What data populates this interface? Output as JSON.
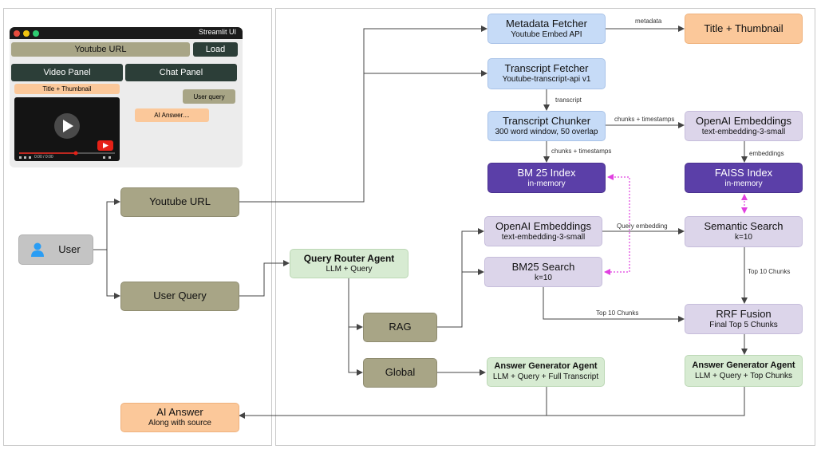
{
  "ui_mock": {
    "window_title": "Streamlit UI",
    "url_field": "Youtube URL",
    "load_button": "Load",
    "video_panel": "Video Panel",
    "chat_panel": "Chat Panel",
    "title_thumbnail": "Title + Thumbnail",
    "user_query": "User query",
    "ai_answer": "AI Answer....",
    "video_time": "0:00 / 0:00"
  },
  "nodes": {
    "user": {
      "label": "User"
    },
    "youtube_url": {
      "label": "Youtube URL"
    },
    "user_query": {
      "label": "User Query"
    },
    "ai_answer": {
      "title": "AI Answer",
      "sub": "Along with source"
    },
    "query_router": {
      "title": "Query Router Agent",
      "sub": "LLM + Query"
    },
    "rag": {
      "label": "RAG"
    },
    "global": {
      "label": "Global"
    },
    "metadata_fetcher": {
      "title": "Metadata Fetcher",
      "sub": "Youtube Embed API"
    },
    "title_thumbnail": {
      "label": "Title + Thumbnail"
    },
    "transcript_fetcher": {
      "title": "Transcript Fetcher",
      "sub": "Youtube-transcript-api v1"
    },
    "transcript_chunker": {
      "title": "Transcript Chunker",
      "sub": "300 word window, 50 overlap"
    },
    "openai_embed_top": {
      "title": "OpenAI Embeddings",
      "sub": "text-embedding-3-small"
    },
    "bm25_index": {
      "title": "BM 25 Index",
      "sub": "in-memory"
    },
    "faiss_index": {
      "title": "FAISS Index",
      "sub": "in-memory"
    },
    "openai_embed_query": {
      "title": "OpenAI Embeddings",
      "sub": "text-embedding-3-small"
    },
    "semantic_search": {
      "title": "Semantic Search",
      "sub": "k=10"
    },
    "bm25_search": {
      "title": "BM25 Search",
      "sub": "k=10"
    },
    "rrf_fusion": {
      "title": "RRF Fusion",
      "sub": "Final Top 5 Chunks"
    },
    "answer_gen_global": {
      "title": "Answer Generator Agent",
      "sub": "LLM + Query + Full Transcript"
    },
    "answer_gen_rag": {
      "title": "Answer Generator Agent",
      "sub": "LLM + Query + Top Chunks"
    }
  },
  "edge_labels": {
    "metadata": "metadata",
    "transcript": "transcript",
    "chunks_timestamps_right": "chunks + timestamps",
    "chunks_timestamps_down": "chunks + timestamps",
    "embeddings": "embeddings",
    "query_embedding": "Query embedding",
    "top10_semantic": "Top 10 Chunks",
    "top10_bm25": "Top 10 Chunks"
  },
  "colors": {
    "olive": "#a8a586",
    "light_blue": "#c6dbf7",
    "dark_purple": "#5b3fa8",
    "lavender": "#dcd5ea",
    "light_green": "#d7ebd2",
    "orange": "#fbc89a",
    "dotted_link": "#e040e0"
  }
}
